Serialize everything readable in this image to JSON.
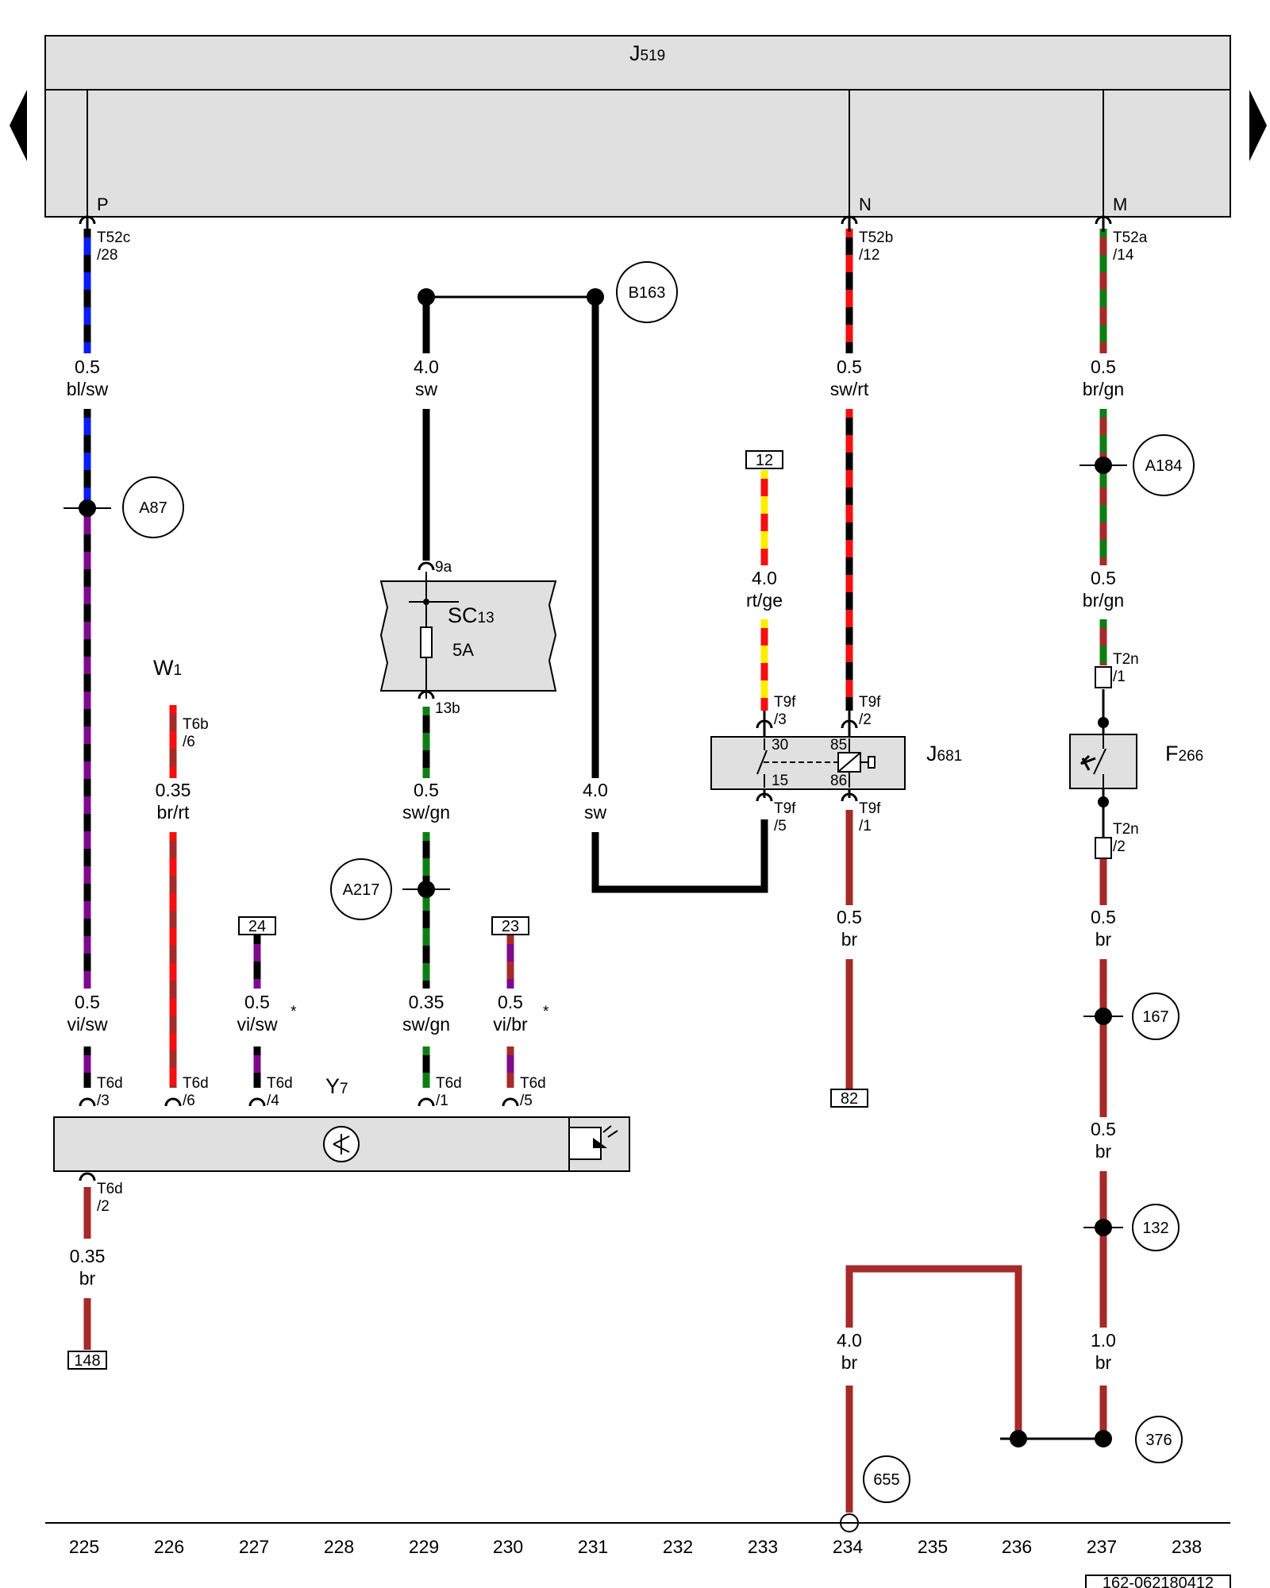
{
  "colors": {
    "bl": "#0a1df5",
    "sw": "#000000",
    "rt": "#f51010",
    "ge": "#ffee00",
    "gn": "#0e7d14",
    "br": "#a52a2a",
    "vi": "#7d0a8c",
    "component_fill": "#e0e0e0"
  },
  "header": {
    "module": "J",
    "module_sub": "519"
  },
  "pins": {
    "p": "P",
    "n": "N",
    "m": "M"
  },
  "connectors": {
    "t52c": [
      "T52c",
      "/28"
    ],
    "t52b": [
      "T52b",
      "/12"
    ],
    "t52a": [
      "T52a",
      "/14"
    ],
    "t9f3": [
      "T9f",
      "/3"
    ],
    "t9f2": [
      "T9f",
      "/2"
    ],
    "t9f5": [
      "T9f",
      "/5"
    ],
    "t9f1": [
      "T9f",
      "/1"
    ],
    "t2n1": [
      "T2n",
      "/1"
    ],
    "t2n2": [
      "T2n",
      "/2"
    ],
    "t6b6": [
      "T6b",
      "/6"
    ],
    "t6d3": [
      "T6d",
      "/3"
    ],
    "t6d6": [
      "T6d",
      "/6"
    ],
    "t6d4": [
      "T6d",
      "/4"
    ],
    "t6d1": [
      "T6d",
      "/1"
    ],
    "t6d5": [
      "T6d",
      "/5"
    ],
    "t6d2": [
      "T6d",
      "/2"
    ],
    "pin9a": "9a",
    "pin13b": "13b"
  },
  "wires": [
    {
      "id": "w225a",
      "gauge": "0.5",
      "color": "bl/sw"
    },
    {
      "id": "w229a",
      "gauge": "4.0",
      "color": "sw"
    },
    {
      "id": "w234a",
      "gauge": "0.5",
      "color": "sw/rt"
    },
    {
      "id": "w237a",
      "gauge": "0.5",
      "color": "br/gn"
    },
    {
      "id": "w233a",
      "gauge": "4.0",
      "color": "rt/ge"
    },
    {
      "id": "w237b",
      "gauge": "0.5",
      "color": "br/gn"
    },
    {
      "id": "w226a",
      "gauge": "0.35",
      "color": "br/rt"
    },
    {
      "id": "w229b",
      "gauge": "0.5",
      "color": "sw/gn"
    },
    {
      "id": "w231a",
      "gauge": "4.0",
      "color": "sw"
    },
    {
      "id": "w234b",
      "gauge": "0.5",
      "color": "br"
    },
    {
      "id": "w237c",
      "gauge": "0.5",
      "color": "br"
    },
    {
      "id": "w225b",
      "gauge": "0.5",
      "color": "vi/sw"
    },
    {
      "id": "w227a",
      "gauge": "0.5",
      "color": "vi/sw",
      "note": "*"
    },
    {
      "id": "w229c",
      "gauge": "0.35",
      "color": "sw/gn"
    },
    {
      "id": "w230a",
      "gauge": "0.5",
      "color": "vi/br",
      "note": "*"
    },
    {
      "id": "w237d",
      "gauge": "0.5",
      "color": "br"
    },
    {
      "id": "w225c",
      "gauge": "0.35",
      "color": "br"
    },
    {
      "id": "w234c",
      "gauge": "4.0",
      "color": "br"
    },
    {
      "id": "w237e",
      "gauge": "1.0",
      "color": "br"
    }
  ],
  "components": {
    "sc13": {
      "name": "SC",
      "sub": "13",
      "rating": "5A"
    },
    "j681": {
      "name": "J",
      "sub": "681",
      "t30": "30",
      "t85": "85",
      "t15": "15",
      "t86": "86"
    },
    "f266": {
      "name": "F",
      "sub": "266"
    },
    "w1": {
      "name": "W",
      "sub": "1"
    },
    "y7": {
      "name": "Y",
      "sub": "7"
    }
  },
  "circled_refs": {
    "b163": "B163",
    "a87": "A87",
    "a184": "A184",
    "a217": "A217",
    "r167": "167",
    "r132": "132",
    "r376": "376",
    "r655": "655"
  },
  "boxed_refs": {
    "b12": "12",
    "b24": "24",
    "b23": "23",
    "b82": "82",
    "b148": "148"
  },
  "columns": [
    "225",
    "226",
    "227",
    "228",
    "229",
    "230",
    "231",
    "232",
    "233",
    "234",
    "235",
    "236",
    "237",
    "238"
  ],
  "footer_code": "162-062180412"
}
